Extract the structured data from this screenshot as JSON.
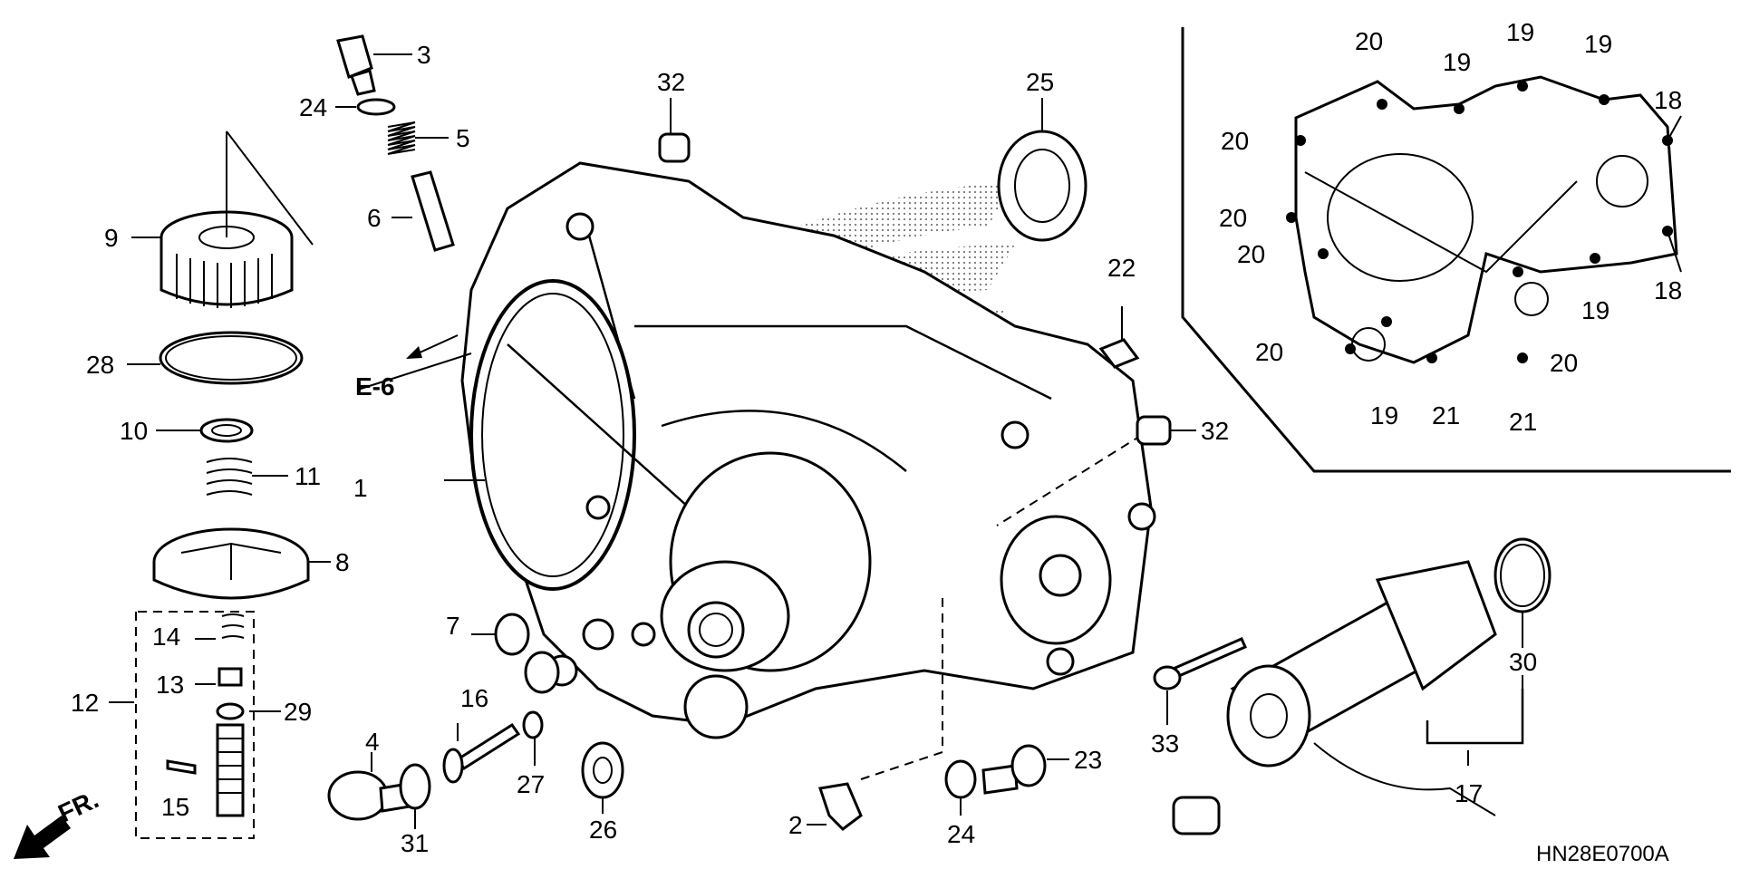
{
  "diagram": {
    "code": "HN28E0700A",
    "front_marker": "FR.",
    "reference": "E-6",
    "callouts": {
      "c1": "1",
      "c2": "2",
      "c3": "3",
      "c4": "4",
      "c5": "5",
      "c6": "6",
      "c7": "7",
      "c8": "8",
      "c9": "9",
      "c10": "10",
      "c11": "11",
      "c12": "12",
      "c13": "13",
      "c14": "14",
      "c15": "15",
      "c16": "16",
      "c17": "17",
      "c18a": "18",
      "c18b": "18",
      "c19a": "19",
      "c19b": "19",
      "c19c": "19",
      "c19d": "19",
      "c19e": "19",
      "c20a": "20",
      "c20b": "20",
      "c20c": "20",
      "c20d": "20",
      "c20e": "20",
      "c20f": "20",
      "c21a": "21",
      "c21b": "21",
      "c22": "22",
      "c23": "23",
      "c24a": "24",
      "c24b": "24",
      "c25": "25",
      "c26": "26",
      "c27": "27",
      "c28": "28",
      "c29": "29",
      "c30": "30",
      "c31": "31",
      "c32a": "32",
      "c32b": "32",
      "c33": "33"
    }
  }
}
